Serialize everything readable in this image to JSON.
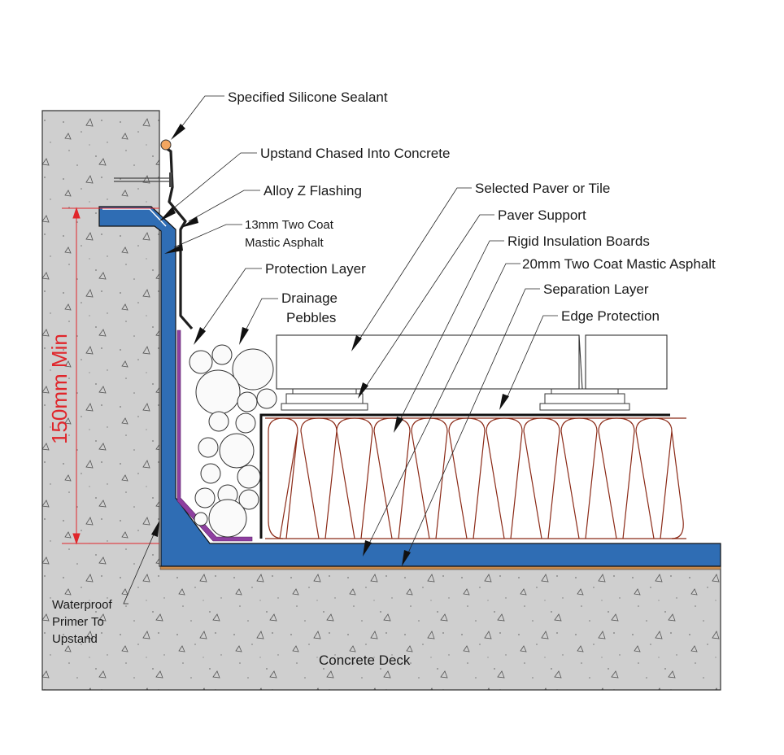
{
  "labels": {
    "sealant": "Specified Silicone Sealant",
    "upstand_chased": "Upstand Chased Into Concrete",
    "z_flashing": "Alloy Z Flashing",
    "mastic_13_line1": "13mm Two Coat",
    "mastic_13_line2": "Mastic Asphalt",
    "protection_layer": "Protection Layer",
    "drainage_line1": "Drainage",
    "drainage_line2": "Pebbles",
    "paver": "Selected Paver or Tile",
    "paver_support": "Paver Support",
    "insulation": "Rigid Insulation Boards",
    "mastic_20": "20mm Two Coat Mastic Asphalt",
    "separation": "Separation Layer",
    "edge_protection": "Edge Protection",
    "primer_line1": "Waterproof",
    "primer_line2": "Primer To",
    "primer_line3": "Upstand",
    "concrete_deck": "Concrete Deck"
  },
  "dimension": {
    "text": "150mm  Min"
  },
  "colors": {
    "concrete": "#cfcfcf",
    "asphalt": "#2f6db4",
    "protection_layer": "#8e3fa0",
    "insulation": "#8b2a17",
    "dimension": "#e0262b",
    "sealant": "#f3a660",
    "separation": "#c98a4a"
  }
}
